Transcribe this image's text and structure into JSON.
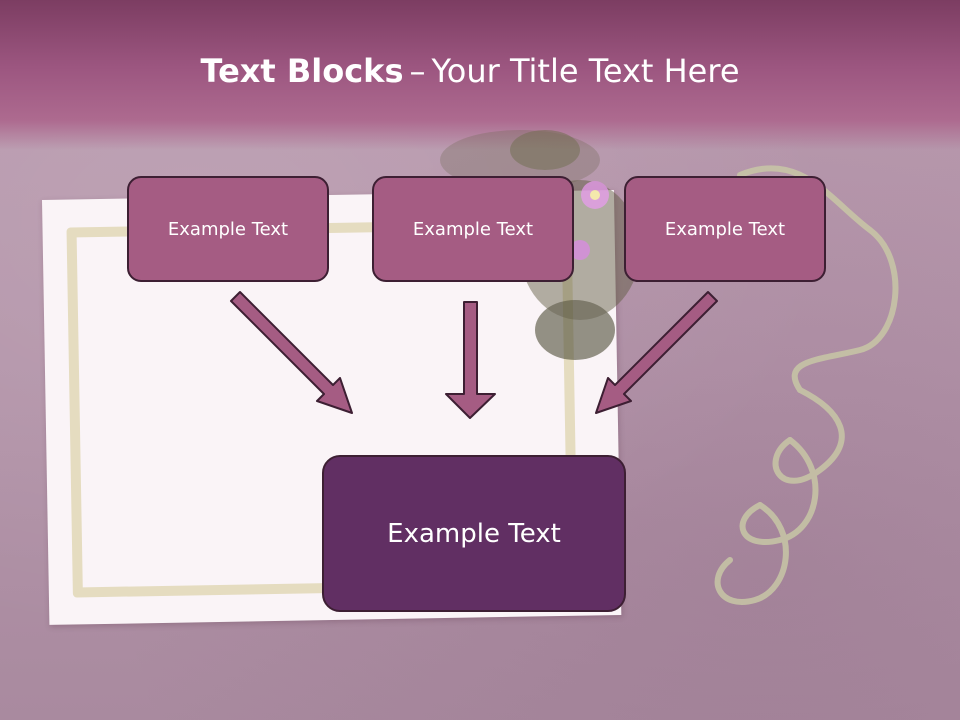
{
  "title": {
    "bold": "Text Blocks",
    "dash": "–",
    "rest": "Your Title Text Here"
  },
  "blocks": {
    "top": [
      "Example Text",
      "Example Text",
      "Example Text"
    ],
    "main": "Example Text"
  },
  "colors": {
    "header": "#9c5680",
    "block_fill": "#a55c83",
    "main_fill": "#612f63",
    "arrow_fill": "#a55c83",
    "outline": "#3d1f33"
  }
}
